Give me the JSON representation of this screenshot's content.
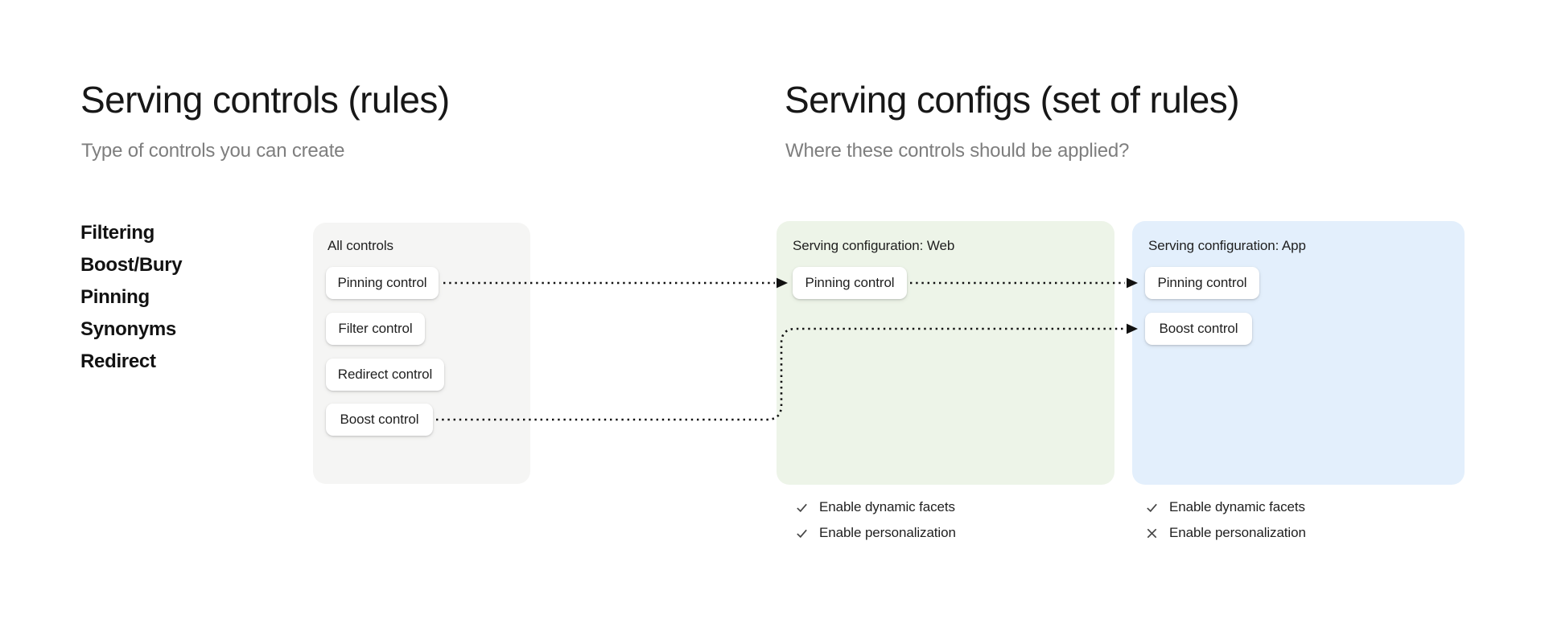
{
  "left_section": {
    "title": "Serving controls (rules)",
    "subtitle": "Type of controls you can create",
    "control_types": [
      "Filtering",
      "Boost/Bury",
      "Pinning",
      "Synonyms",
      "Redirect"
    ]
  },
  "right_section": {
    "title": "Serving configs (set of rules)",
    "subtitle": "Where these controls should be applied?"
  },
  "all_controls_card": {
    "label": "All controls",
    "controls": [
      "Pinning control",
      "Filter control",
      "Redirect control",
      "Boost control"
    ]
  },
  "web_config_card": {
    "label": "Serving configuration: Web",
    "controls": [
      "Pinning control"
    ],
    "settings": [
      {
        "icon": "check-icon",
        "label": "Enable dynamic facets"
      },
      {
        "icon": "check-icon",
        "label": "Enable personalization"
      }
    ]
  },
  "app_config_card": {
    "label": "Serving configuration: App",
    "controls": [
      "Pinning control",
      "Boost control"
    ],
    "settings": [
      {
        "icon": "check-icon",
        "label": "Enable dynamic facets"
      },
      {
        "icon": "cross-icon",
        "label": "Enable personalization"
      }
    ]
  },
  "colors": {
    "neutral_card_bg": "#f5f5f4",
    "web_card_bg": "#edf4e8",
    "app_card_bg": "#e3effc",
    "chip_bg": "#ffffff",
    "arrow": "#111111",
    "title_text": "#171717",
    "subtitle_text": "#7e7e7e",
    "icon_stroke": "#454545"
  }
}
